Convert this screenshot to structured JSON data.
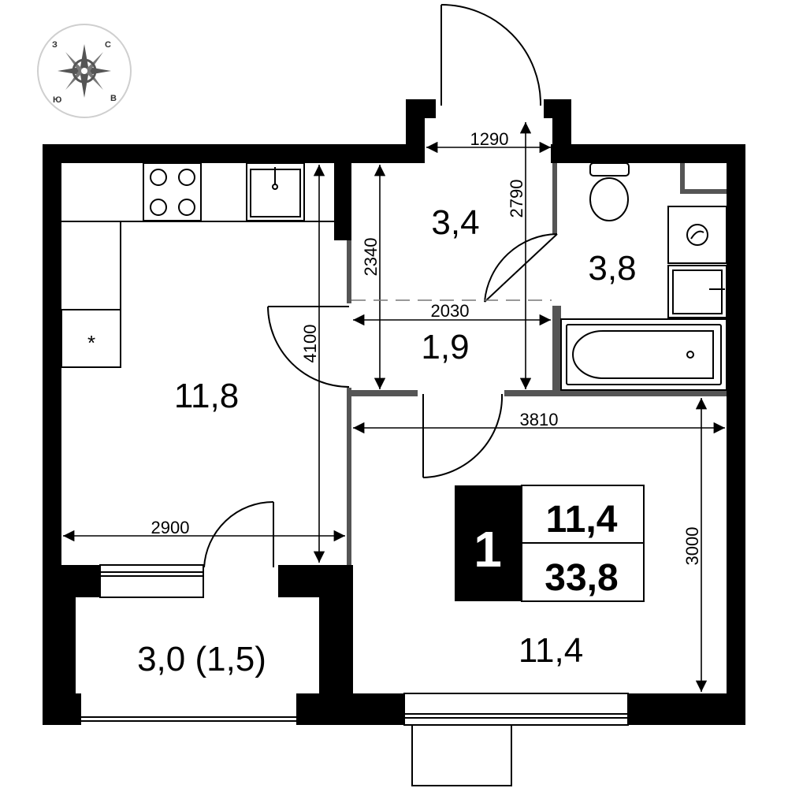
{
  "compass": {
    "north": "С",
    "west": "З",
    "south": "Ю",
    "east": "В"
  },
  "rooms": {
    "kitchen": "11,8",
    "hall": "3,4",
    "corridor": "1,9",
    "bathroom": "3,8",
    "bedroom": "11,4",
    "balcony": "3,0 (1,5)"
  },
  "dimensions": {
    "hall_width": "1290",
    "hall_length": "2790",
    "hall_height_left": "2340",
    "corridor_width": "2030",
    "kitchen_length": "4100",
    "kitchen_width": "2900",
    "bedroom_width": "3810",
    "bedroom_length": "3000"
  },
  "summary": {
    "rooms_count": "1",
    "living_area": "11,4",
    "total_area": "33,8"
  },
  "colors": {
    "wall": "#000000",
    "partition": "#555555",
    "line": "#000000"
  }
}
